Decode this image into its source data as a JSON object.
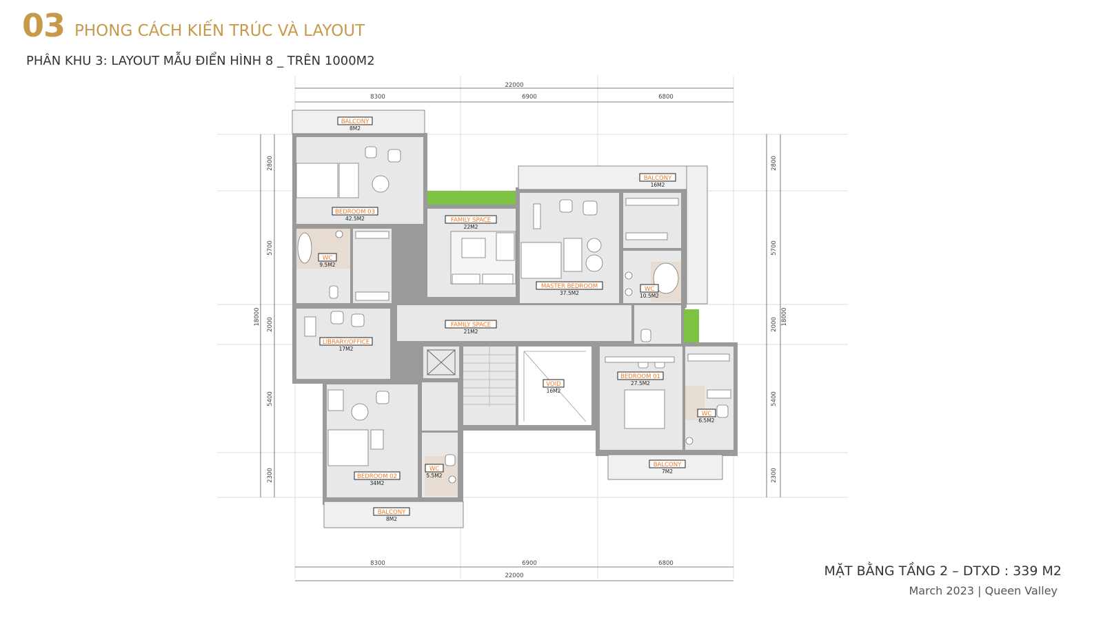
{
  "header": {
    "number": "03",
    "title": "PHONG CÁCH KIẾN TRÚC VÀ LAYOUT",
    "subtitle": "PHÂN KHU 3: LAYOUT MẪU ĐIỂN HÌNH 8 _ TRÊN 1000M2"
  },
  "footer": {
    "title": "MẶT BẰNG TẦNG 2 – DTXD : 339 M2",
    "date": "March 2023 | Queen Valley"
  },
  "dimensions": {
    "top_total": "22000",
    "top_segments": [
      "8300",
      "6900",
      "6800"
    ],
    "bottom_total": "22000",
    "bottom_segments": [
      "8300",
      "6900",
      "6800"
    ],
    "left_total": "18000",
    "left_segments": [
      "2800",
      "5700",
      "2000",
      "5400",
      "2300"
    ],
    "right_total": "18000",
    "right_segments": [
      "2800",
      "5700",
      "2000",
      "5400",
      "2300"
    ]
  },
  "rooms": {
    "balcony_top_left": {
      "name": "BALCONY",
      "area": "8M2"
    },
    "bedroom_03": {
      "name": "BEDROOM 03",
      "area": "42.5M2"
    },
    "wc_left": {
      "name": "WC",
      "area": "9.5M2"
    },
    "library": {
      "name": "LIBRARY/OFFICE",
      "area": "17M2"
    },
    "family_space_top": {
      "name": "FAMILY SPACE",
      "area": "22M2"
    },
    "family_space_mid": {
      "name": "FAMILY SPACE",
      "area": "21M2"
    },
    "balcony_top_right": {
      "name": "BALCONY",
      "area": "16M2"
    },
    "master_bedroom": {
      "name": "MASTER BEDROOM",
      "area": "37.5M2"
    },
    "wc_master": {
      "name": "WC",
      "area": "10.5M2"
    },
    "void": {
      "name": "VOID",
      "area": "16M2"
    },
    "bedroom_01": {
      "name": "BEDROOM 01",
      "area": "27.5M2"
    },
    "wc_bedroom01": {
      "name": "WC",
      "area": "6.5M2"
    },
    "balcony_bottom_right": {
      "name": "BALCONY",
      "area": "7M2"
    },
    "bedroom_02": {
      "name": "BEDROOM 02",
      "area": "34M2"
    },
    "wc_bedroom02": {
      "name": "WC",
      "area": "5.5M2"
    },
    "balcony_bottom_left": {
      "name": "BALCONY",
      "area": "8M2"
    }
  },
  "colors": {
    "accent": "#c69a4a",
    "label_text": "#f07a22",
    "room_fill": "#e8e8e8",
    "wall": "#9a9a9a",
    "planter": "#7dc242",
    "wet_area": "#e6dcd2"
  }
}
